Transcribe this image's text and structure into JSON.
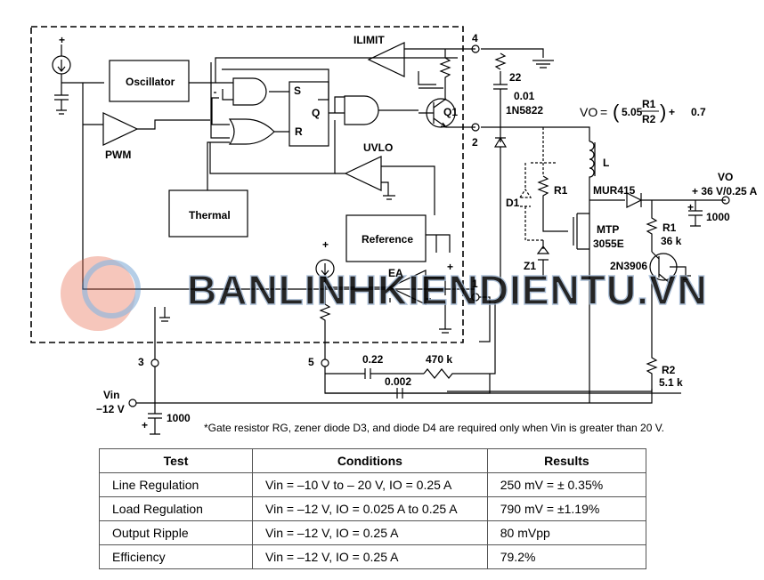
{
  "blocks": {
    "oscillator": "Oscillator",
    "thermal": "Thermal",
    "reference": "Reference",
    "pwm": "PWM",
    "ilimit": "ILIMIT",
    "uvlo": "UVLO",
    "ea": "EA",
    "latch_s": "S",
    "latch_r": "R",
    "latch_q": "Q"
  },
  "pins": {
    "p1": "1",
    "p2": "2",
    "p3": "3",
    "p4": "4",
    "p5": "5"
  },
  "components": {
    "q1": "Q1",
    "r22": "22",
    "cap001": "0.01",
    "diode1n5822": "1N5822",
    "inductor": "L",
    "mur415": "MUR415",
    "d1": "D1",
    "r1_left": "R1",
    "mtp_a": "MTP",
    "mtp_b": "3055E",
    "z1": "Z1",
    "c1000_out": "1000",
    "r1_out": "R1",
    "r1_out_val": "36 k",
    "q2n3906": "2N3906",
    "r2": "R2",
    "r2_val": "5.1 k",
    "c022": "0.22",
    "r470k": "470 k",
    "c0002": "0.002",
    "c1000_in": "1000",
    "plus": "+"
  },
  "formula": {
    "lhs": "VO",
    "eq": "=",
    "a": "5.05",
    "num": "R1",
    "den": "R2",
    "plus": "+",
    "b": "0.7"
  },
  "vo_label": "VO",
  "vout_spec": "+ 36 V/0.25 A",
  "vin_label": "Vin",
  "vin_value": "−12 V",
  "footnote": "*Gate resistor RG, zener diode D3, and diode D4 are required only when Vin is greater than 20 V.",
  "watermark": "BANLINHKIENDIENTU.VN",
  "table": {
    "headers": [
      "Test",
      "Conditions",
      "Results"
    ],
    "rows": [
      [
        "Line Regulation",
        "Vin = –10 V to – 20 V, IO = 0.25 A",
        "250 mV = ± 0.35%"
      ],
      [
        "Load Regulation",
        "Vin = –12 V, IO = 0.025 A to 0.25 A",
        "790 mV = ±1.19%"
      ],
      [
        "Output Ripple",
        "Vin = –12 V, IO = 0.25 A",
        "80 mVpp"
      ],
      [
        "Efficiency",
        "Vin = –12 V, IO = 0.25 A",
        "79.2%"
      ]
    ]
  }
}
